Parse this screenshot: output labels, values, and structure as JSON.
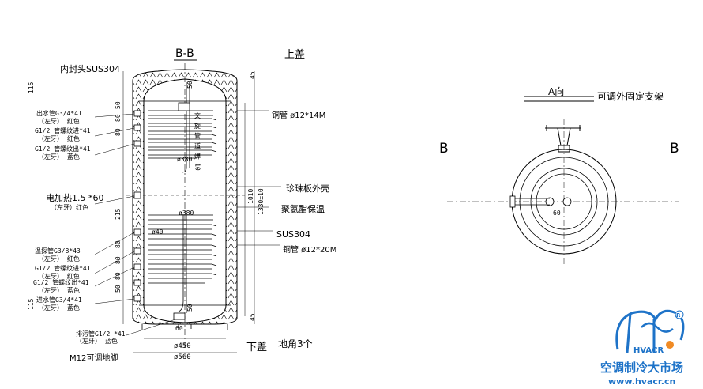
{
  "section_title": "B-B",
  "top_cover": "上盖",
  "bottom_cover": "下盖",
  "inner_head": "内封头SUS304",
  "hot_water_outlet": {
    "name": "出水管G3/4*41",
    "note": "（左牙） 红色"
  },
  "coil1_inlet": {
    "name": "G1/2 管螺纹进*41",
    "note": "（左牙） 红色"
  },
  "coil1_outlet": {
    "name": "G1/2 管螺纹出*41",
    "note": "（左牙） 蓝色"
  },
  "electric_heater": {
    "name": "电加热1.5 *60",
    "note": "（左牙）红色"
  },
  "temp_probe": {
    "name": "温探管G3/8*43",
    "note": "（左牙） 红色"
  },
  "coil2_inlet": {
    "name": "G1/2 管螺纹进*41",
    "note": "（左牙） 红色"
  },
  "coil2_outlet": {
    "name": "G1/2 管螺纹出*41",
    "note": "（左牙） 蓝色"
  },
  "cold_water_inlet": {
    "name": "进水管G3/4*41",
    "note": "（左牙） 蓝色"
  },
  "drain": {
    "name": "排污管G1/2 *41",
    "note": "（左牙） 蓝色"
  },
  "m12_feet": "M12可调地脚",
  "copper_pipe_upper": "铜管 ø12*14M",
  "copper_pipe_lower": "铜管 ø12*20M",
  "pearl_shell": "珍珠板外壳",
  "pu_insulation": "聚氨酯保温",
  "sus304": "SUS304",
  "feet_count": "地角3个",
  "view_a": "A向",
  "adjustable_bracket": "可调外固定支架",
  "b_left": "B",
  "b_right": "B",
  "dims": {
    "d115_top": "115",
    "d50_a": "50",
    "d80_a": "80",
    "d80_b": "80",
    "d215": "215",
    "d80_c": "80",
    "d80_d": "80",
    "d80_e": "80",
    "d50_b": "50",
    "d115_bot": "115",
    "d45_top": "45",
    "d45_bot": "45",
    "d1010": "1010",
    "d1330": "1330±10",
    "d50_inner_top": "50",
    "d50_inner_bot": "50",
    "phi380_a": "ø380",
    "phi380_b": "ø380",
    "phi40": "ø40",
    "d60_bottom": "60",
    "phi450": "ø450",
    "phi560": "ø560",
    "d60_topview": "60",
    "coil_vertical_label": "文 旋 管 道 焊 10"
  },
  "watermark": {
    "brand": "HVACR",
    "title": "空调制冷大市场",
    "url": "www.hvacr.cn",
    "color": "#1e73c8"
  }
}
